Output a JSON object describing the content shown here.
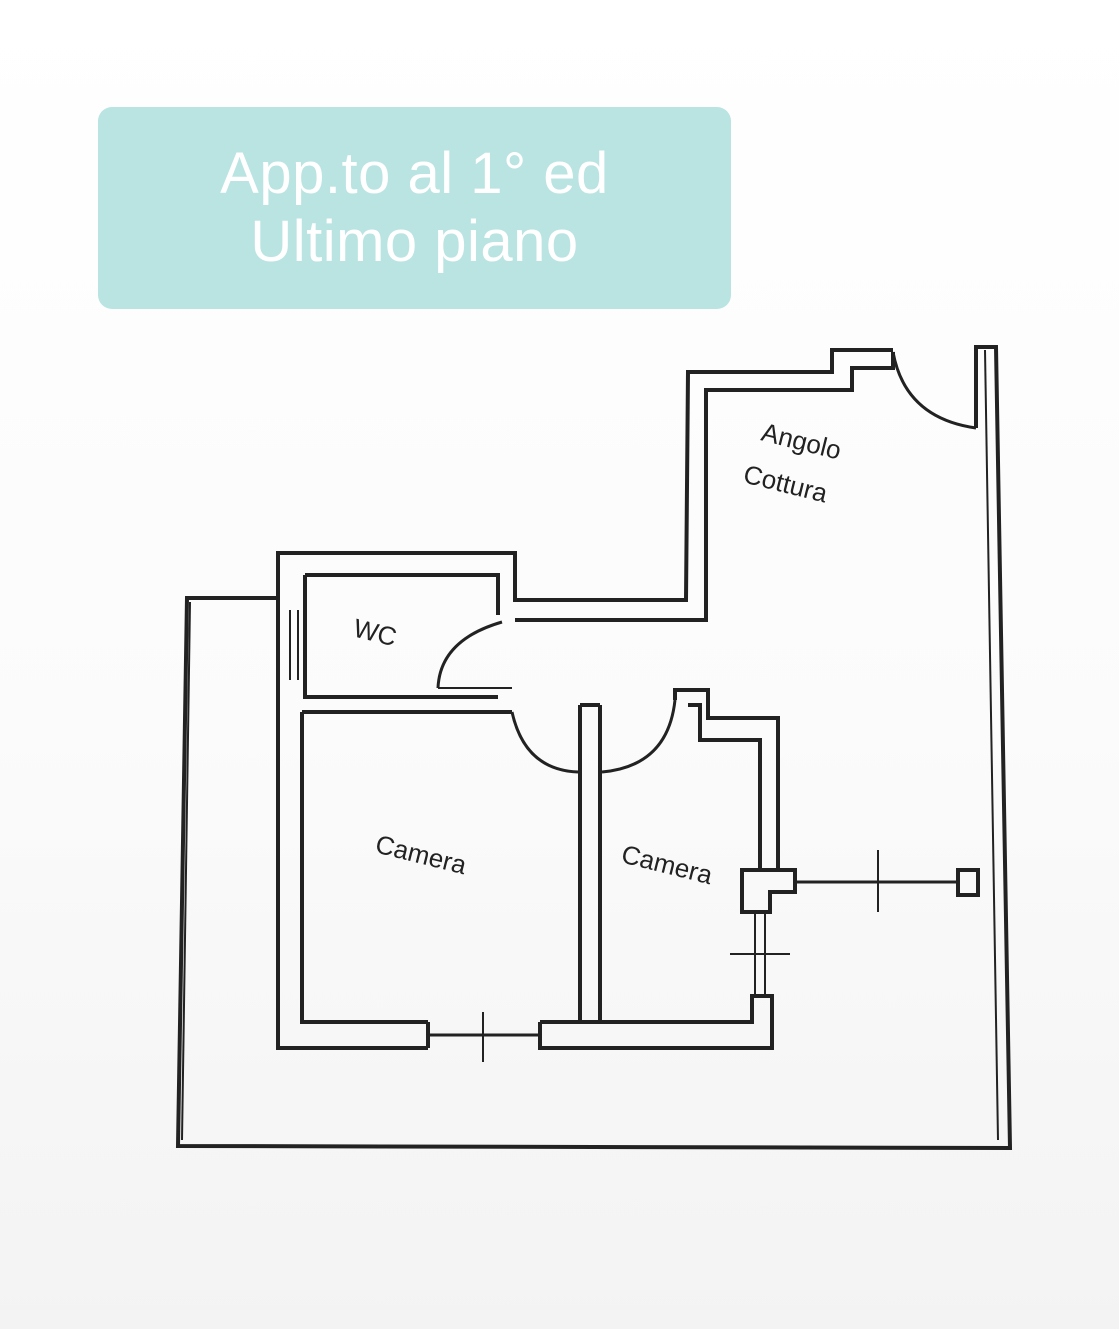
{
  "colors": {
    "label_background": "#b9e4e2",
    "label_text": "#ffffff",
    "wall": "#222222"
  },
  "label": {
    "line1": "App.to al 1° ed",
    "line2": "Ultimo piano"
  },
  "rooms": {
    "kitchen_line1": "Angolo",
    "kitchen_line2": "Cottura",
    "wc": "WC",
    "bedroom1": "Camera",
    "bedroom2": "Camera"
  }
}
